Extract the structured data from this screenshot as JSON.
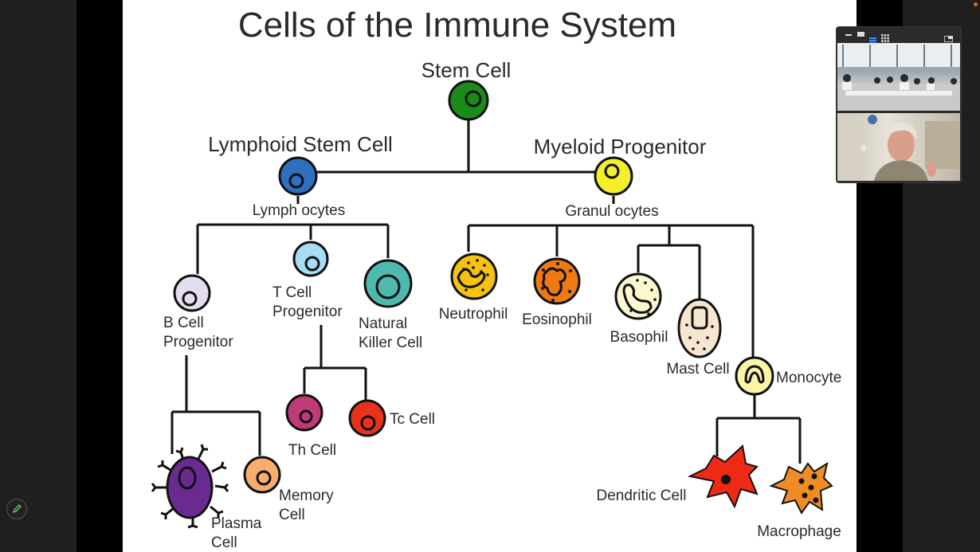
{
  "slide": {
    "title": "Cells of the Immune System",
    "labels": {
      "stem_cell": "Stem Cell",
      "lymphoid_stem_cell": "Lymphoid Stem Cell",
      "myeloid_progenitor": "Myeloid Progenitor",
      "lymphocytes": "Lymph ocytes",
      "granulocytes": "Granul ocytes",
      "b_cell_progenitor": [
        "B Cell",
        "Progenitor"
      ],
      "t_cell_progenitor": [
        "T Cell",
        "Progenitor"
      ],
      "natural_killer_cell": [
        "Natural",
        "Killer Cell"
      ],
      "neutrophil": "Neutrophil",
      "eosinophil": "Eosinophil",
      "basophil": "Basophil",
      "mast_cell": "Mast Cell",
      "monocyte": "Monocyte",
      "th_cell": "Th Cell",
      "tc_cell": "Tc Cell",
      "plasma_cell": [
        "Plasma",
        "Cell"
      ],
      "memory_cell": [
        "Memory",
        "Cell"
      ],
      "dendritic_cell": "Dendritic Cell",
      "macrophage": "Macrophage"
    }
  },
  "colors": {
    "stem_cell": "#1a8c1a",
    "lymphoid": "#2f6fbf",
    "myeloid": "#f5ee2a",
    "b_progenitor": "#e4dcef",
    "t_progenitor": "#a8dcf5",
    "nk_cell": "#4fb9ad",
    "neutrophil": "#f5c20f",
    "eosinophil": "#f07a12",
    "basophil": "#fbf7cf",
    "mast_cell": "#f6e6d0",
    "monocyte": "#fbf5a8",
    "th_cell": "#c03a7a",
    "tc_cell": "#e8321c",
    "plasma_cell": "#6a2a90",
    "memory_cell": "#f6ad6e",
    "dendritic_cell": "#ee2a16",
    "macrophage": "#f08c25"
  },
  "video_panel": {
    "tiles": [
      "participants-room",
      "presenter"
    ]
  }
}
